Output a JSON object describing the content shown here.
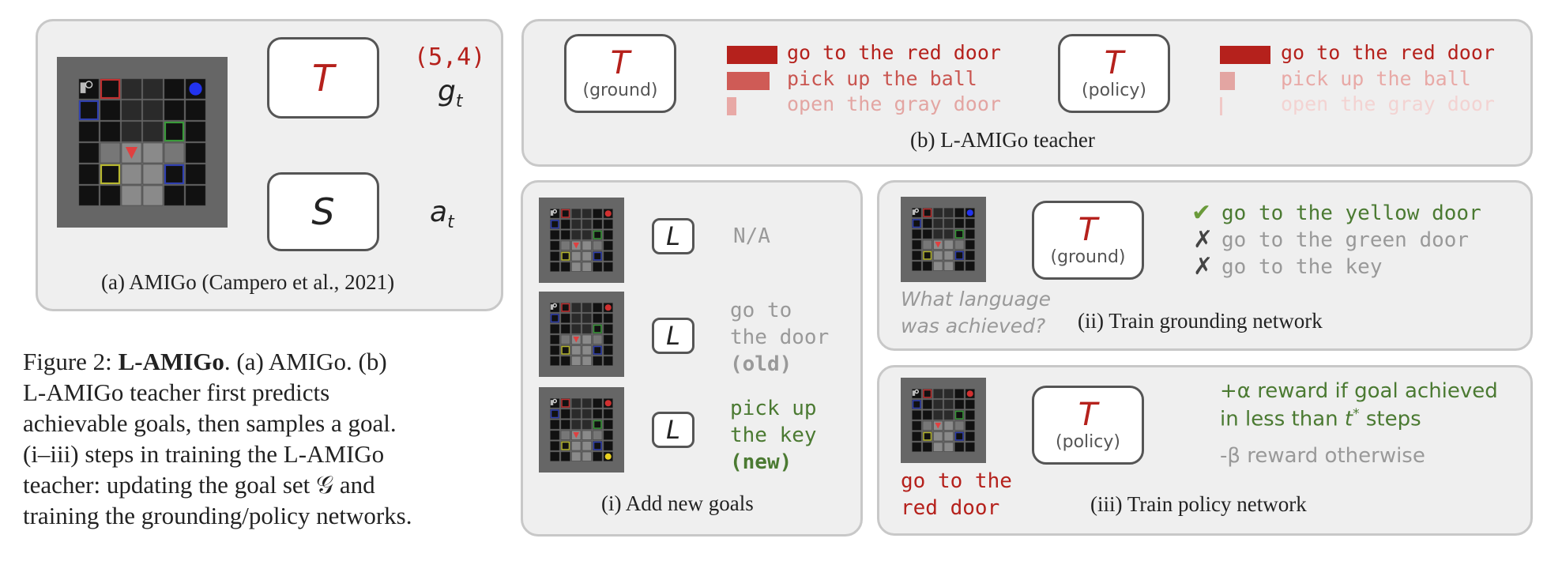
{
  "colors": {
    "red": "#b5211c",
    "green": "#4b7a32",
    "gray": "#999999",
    "panel_bg": "#efefef"
  },
  "panel_a": {
    "teacher_symbol": "T",
    "student_symbol": "S",
    "goal_coord": "(5,4)",
    "goal_var": "g",
    "goal_sub": "t",
    "action_var": "a",
    "action_sub": "t",
    "caption": "(a) AMIGo (Campero et al., 2021)"
  },
  "panel_b": {
    "ground_symbol": "T",
    "ground_label": "(ground)",
    "policy_symbol": "T",
    "policy_label": "(policy)",
    "goals": [
      "go to the red door",
      "pick up the ball",
      "open the gray door"
    ],
    "ground_probs": [
      1.0,
      0.85,
      0.18
    ],
    "policy_probs": [
      1.0,
      0.3,
      0.04
    ],
    "caption": "(b) L-AMIGo teacher"
  },
  "panel_i": {
    "symbol": "L",
    "out1": "N/A",
    "out2": [
      "go to",
      "the door",
      "(old)"
    ],
    "out3": [
      "pick up",
      "the key",
      "(new)"
    ],
    "caption": "(i) Add new goals"
  },
  "panel_ii": {
    "symbol": "T",
    "label": "(ground)",
    "check": "✔",
    "cross": "✗",
    "goals": [
      "go to the yellow door",
      "go to the green door",
      "go to the key"
    ],
    "question": [
      "What language",
      "was achieved?"
    ],
    "caption": "(ii) Train grounding network"
  },
  "panel_iii": {
    "symbol": "T",
    "label": "(policy)",
    "goal": [
      "go to the",
      "red door"
    ],
    "reward_pos_1": "+α reward if goal achieved",
    "reward_pos_2a": "in less than ",
    "reward_pos_t": "t",
    "reward_pos_star": "*",
    "reward_pos_2b": " steps",
    "reward_neg": "-β reward otherwise",
    "caption": "(iii) Train policy network"
  },
  "figure_caption": {
    "label": "Figure 2: ",
    "bold": "L-AMIGo",
    "line1_rest": ". (a) AMIGo. (b)",
    "lines": [
      "L-AMIGo teacher first predicts",
      "achievable goals, then samples a goal.",
      "(i–iii) steps in training the L-AMIGo",
      "teacher: updating the goal set 𝒢 and",
      "training the grounding/policy networks."
    ]
  }
}
